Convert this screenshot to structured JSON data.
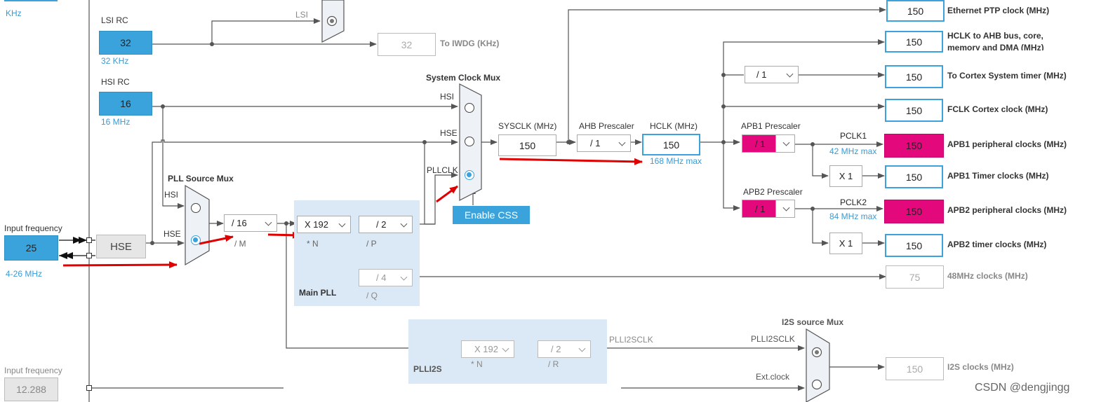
{
  "left": {
    "khz_top": "KHz",
    "input_freq_label": "Input frequency",
    "input_freq_value": "25",
    "input_freq_range": "4-26 MHz",
    "input_freq2_label": "Input frequency",
    "input_freq2_value": "12.288"
  },
  "lsi": {
    "title": "LSI RC",
    "value": "32",
    "unit": "32 KHz",
    "mux_label": "LSI",
    "iwdg_value": "32",
    "iwdg_label": "To IWDG (KHz)"
  },
  "hsi": {
    "title": "HSI RC",
    "value": "16",
    "unit": "16 MHz"
  },
  "hse": {
    "label": "HSE"
  },
  "pll_src": {
    "title": "PLL Source Mux",
    "hsi": "HSI",
    "hse": "HSE"
  },
  "pll": {
    "m_value": "/ 16",
    "m_label": "/ M",
    "n_value": "X 192",
    "n_label": "* N",
    "p_value": "/ 2",
    "p_label": "/ P",
    "q_value": "/ 4",
    "q_label": "/ Q",
    "title": "Main PLL"
  },
  "sysmux": {
    "title": "System Clock Mux",
    "hsi": "HSI",
    "hse": "HSE",
    "pllclk": "PLLCLK",
    "css_button": "Enable CSS"
  },
  "sysclk": {
    "label": "SYSCLK (MHz)",
    "value": "150"
  },
  "ahb": {
    "label": "AHB Prescaler",
    "value": "/ 1"
  },
  "hclk": {
    "label": "HCLK (MHz)",
    "value": "150",
    "max": "168 MHz max"
  },
  "outputs": {
    "eth_value": "150",
    "eth_label": "Ethernet PTP clock (MHz)",
    "ahb_value": "150",
    "ahb_label_1": "HCLK to AHB bus, core,",
    "ahb_label_2": "memory and DMA (MHz)",
    "systimer_div": "/ 1",
    "systimer_value": "150",
    "systimer_label": "To Cortex System timer (MHz)",
    "fclk_value": "150",
    "fclk_label": "FCLK Cortex clock (MHz)",
    "apb1_presc_label": "APB1 Prescaler",
    "apb1_presc_value": "/ 1",
    "pclk1": "PCLK1",
    "pclk1_max": "42 MHz max",
    "apb1_periph_value": "150",
    "apb1_periph_label": "APB1 peripheral clocks (MHz)",
    "apb1_timer_mul": "X 1",
    "apb1_timer_value": "150",
    "apb1_timer_label": "APB1 Timer clocks (MHz)",
    "apb2_presc_label": "APB2 Prescaler",
    "apb2_presc_value": "/ 1",
    "pclk2": "PCLK2",
    "pclk2_max": "84 MHz max",
    "apb2_periph_value": "150",
    "apb2_periph_label": "APB2 peripheral clocks (MHz)",
    "apb2_timer_mul": "X 1",
    "apb2_timer_value": "150",
    "apb2_timer_label": "APB2 timer clocks (MHz)",
    "mhz48_value": "75",
    "mhz48_label": "48MHz clocks (MHz)"
  },
  "plli2s": {
    "title": "PLLI2S",
    "n_value": "X 192",
    "n_label": "* N",
    "r_value": "/ 2",
    "r_label": "/ R",
    "clk_label": "PLLI2SCLK"
  },
  "i2smux": {
    "title": "I2S source Mux",
    "in1": "PLLI2SCLK",
    "in2": "Ext.clock",
    "value": "150",
    "label": "I2S clocks (MHz)"
  },
  "watermark": "CSDN @dengjingg",
  "colors": {
    "accent": "#3aa3db",
    "pink": "#e3087c",
    "panel": "#dbe9f6",
    "arrow_red": "#e00000"
  }
}
